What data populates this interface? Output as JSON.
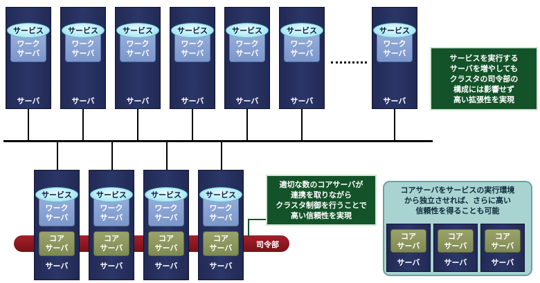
{
  "labels": {
    "service": "サービス",
    "work_line1": "ワーク",
    "work_line2": "サーバ",
    "core_line1": "コア",
    "core_line2": "サーバ",
    "server": "サーバ"
  },
  "command_band": {
    "label": "司令部"
  },
  "callouts": {
    "scale_out": [
      "サービスを実行する",
      "サーバを増やしても",
      "クラスタの司令部の",
      "構成には影響せず",
      "高い拡張性を実現"
    ],
    "reliability": [
      "適切な数のコアサーバが",
      "連携を取りながら",
      "クラスタ制御を行うことで",
      "高い信頼性を実現"
    ]
  },
  "panel": {
    "title": [
      "コアサーバをサービスの実行環境",
      "から独立させれば、さらに高い",
      "信頼性を得ることも可能"
    ]
  }
}
